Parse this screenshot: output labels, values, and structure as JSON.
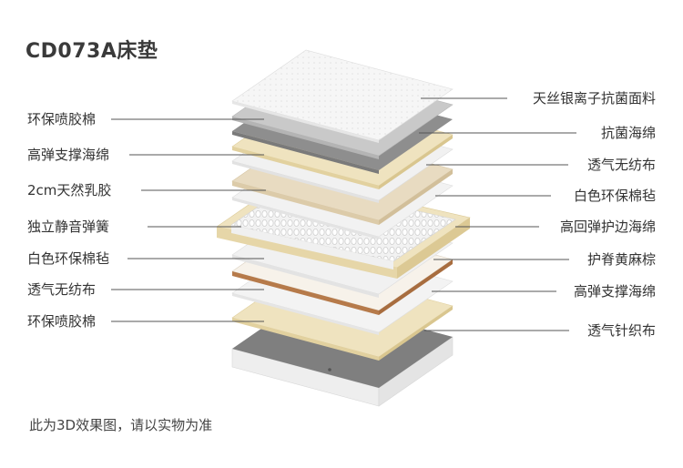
{
  "title": "CD073A床垫",
  "footer_note": "此为3D效果图，请以实物为准",
  "left_labels": [
    "环保喷胶棉",
    "高弹支撑海绵",
    "2cm天然乳胶",
    "独立静音弹簧",
    "白色环保棉毡",
    "透气无纺布",
    "环保喷胶棉"
  ],
  "right_labels": [
    "天丝银离子抗菌面料",
    "抗菌海绵",
    "透气无纺布",
    "白色环保棉毡",
    "高回弹护边海绵",
    "护脊黄麻棕",
    "高弹支撑海绵",
    "透气针织布"
  ],
  "colors": {
    "fabric": "#f3f3f3",
    "gray_felt": "#8e8e8e",
    "yellow_foam": "#efe3bf",
    "latex": "#e6d7ba",
    "coir": "#b67a4a",
    "leader_line": "#555555"
  }
}
